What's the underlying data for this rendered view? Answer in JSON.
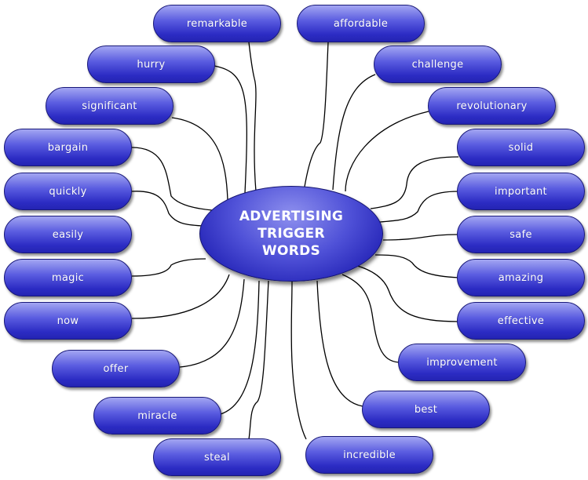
{
  "diagram": {
    "central_topic": "ADVERTISING\nTRIGGER\nWORDS",
    "words": [
      "remarkable",
      "affordable",
      "hurry",
      "challenge",
      "significant",
      "revolutionary",
      "bargain",
      "solid",
      "quickly",
      "important",
      "easily",
      "safe",
      "magic",
      "amazing",
      "now",
      "effective",
      "offer",
      "improvement",
      "miracle",
      "best",
      "steal",
      "incredible"
    ],
    "colors": {
      "node_top": "#a3a6f2",
      "node_bottom": "#2424b2",
      "connector": "#000000"
    }
  }
}
